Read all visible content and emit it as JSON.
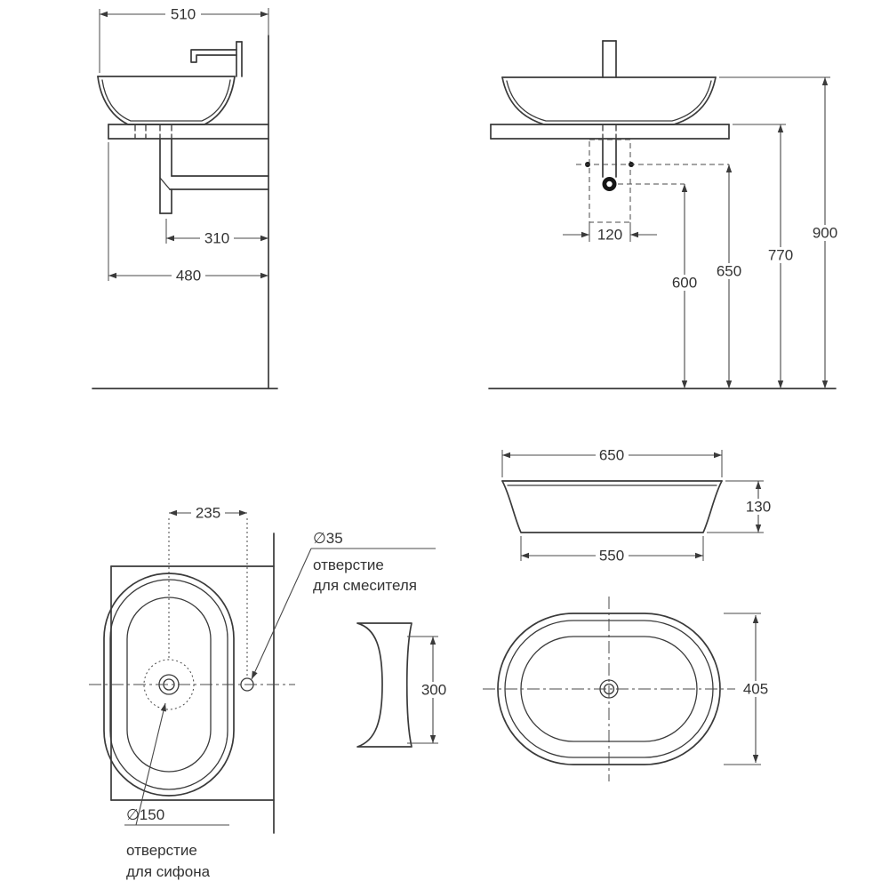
{
  "drawing": {
    "type": "sink installation technical drawing",
    "line_color": "#3a3a3a",
    "background": "#ffffff"
  },
  "views": {
    "side": {
      "dims": {
        "d510": "510",
        "d310": "310",
        "d480": "480"
      }
    },
    "front": {
      "dims": {
        "d120": "120",
        "d600": "600",
        "d650": "650",
        "d770": "770",
        "d900": "900"
      }
    },
    "plan": {
      "dims": {
        "d235": "235"
      },
      "mixer": {
        "dia": "∅35",
        "line1": "отверстие",
        "line2": "для смесителя"
      },
      "siphon": {
        "dia": "∅150",
        "line1": "отверстие",
        "line2": "для сифона"
      }
    },
    "basin_front": {
      "dims": {
        "d650": "650",
        "d130": "130",
        "d550": "550"
      }
    },
    "basin_side": {
      "dims": {
        "d300": "300"
      }
    },
    "basin_plan": {
      "dims": {
        "d405": "405"
      }
    }
  }
}
